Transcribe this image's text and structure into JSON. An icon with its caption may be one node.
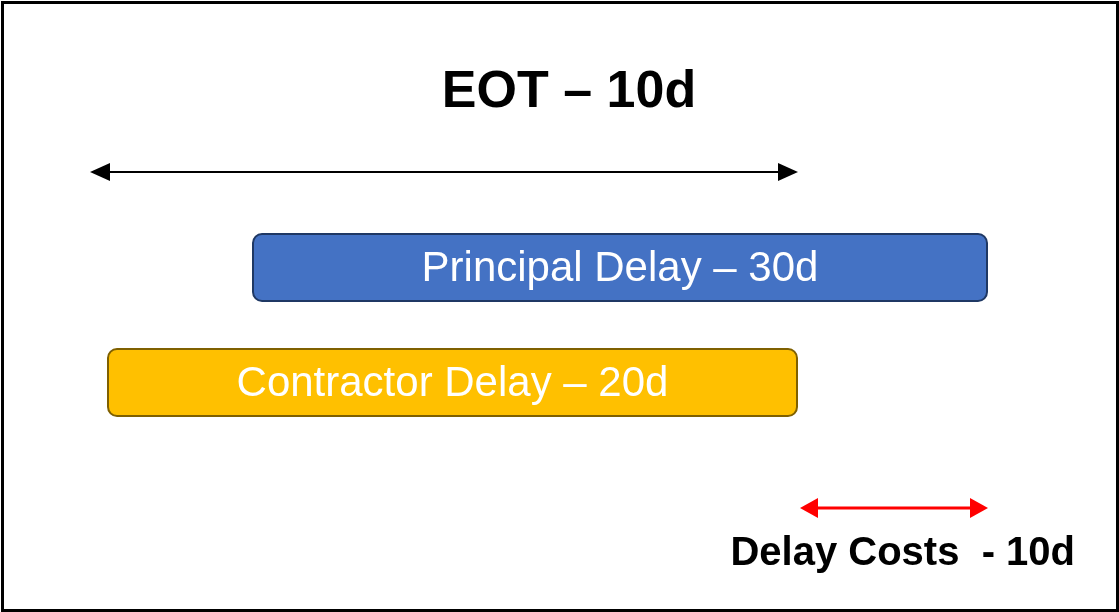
{
  "diagram": {
    "nodes": [
      {
        "text": [
          "Principal Delay – 30d"
        ]
      },
      {
        "text": [
          "Contractor Delay – 20d"
        ]
      }
    ],
    "labels": [
      "EOT – 10d",
      "Delay Costs  - 10d"
    ]
  }
}
